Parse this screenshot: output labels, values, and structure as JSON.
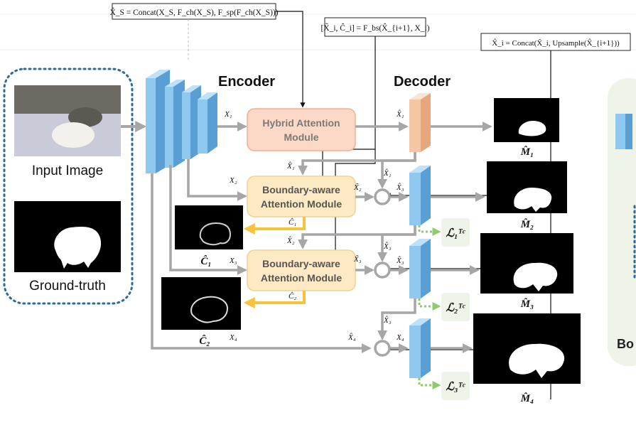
{
  "panel": {
    "input_label": "Input Image",
    "gt_label": "Ground-truth",
    "right_partial_label": "Bo"
  },
  "headings": {
    "encoder": "Encoder",
    "decoder": "Decoder"
  },
  "formulas": {
    "xs": "X̂_S = Concat(X_S, F_ch(X_S), F_sp(F_ch(X_S)))",
    "bas": "[X̃_i, Ĉ_i] = F_bs(X̂_{i+1}, X_i)",
    "up": "X̂_i = Concat(X̃_i, Upsample(X̂_{i+1}))"
  },
  "modules": {
    "hybrid_line1": "Hybrid Attention",
    "hybrid_line2": "Module",
    "bam_line1": "Boundary-aware",
    "bam_line2": "Attention Module"
  },
  "features": {
    "x1": "X₁",
    "x2": "X₂",
    "x3": "X₃",
    "x4": "X₄",
    "x1hat": "X̂₁",
    "x2hat": "X̂₂",
    "x3hat": "X̂₃",
    "x4hat": "X̂₄",
    "x2tilde": "X̃₂",
    "x3tilde": "X̃₃",
    "x4tilde": "X̃₄",
    "c1hat": "Ĉ₁",
    "c2hat": "Ĉ₂"
  },
  "outputs": {
    "c1": "Ĉ₁",
    "c2": "Ĉ₂",
    "m1": "M̂₁",
    "m2": "M̂₂",
    "m3": "M̂₃",
    "m4": "M̂₄"
  },
  "losses": {
    "l1": "ℒ₁ᵀᶜ",
    "l2": "ℒ₂ᵀᶜ",
    "l3": "ℒ₃ᵀᶜ"
  },
  "colors": {
    "panel_dots": "#2b6a9c",
    "encoder_blue": "#8fc9ef",
    "encoder_blue_dark": "#5a9fd4",
    "hybrid_fill": "#fbd9c6",
    "hybrid_stroke": "#f0b08f",
    "bam_fill": "#fde9c3",
    "bam_stroke": "#f3d08e",
    "decoder_orange": "#f4c6a4",
    "arrow_gray": "#a6a6a6",
    "arrow_yellow": "#f9c23c",
    "loss_green": "#8ecb6b",
    "loss_bg": "#eef5e8"
  }
}
